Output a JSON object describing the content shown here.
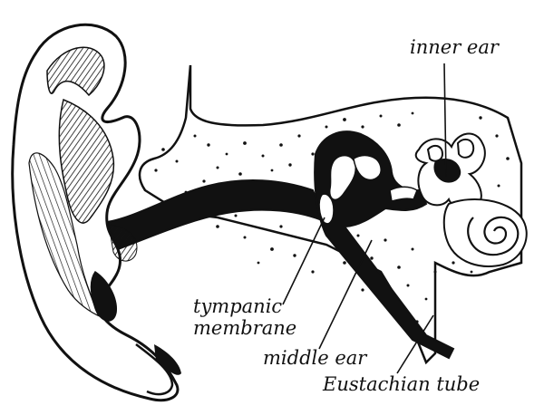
{
  "labels": {
    "inner_ear": "inner ear",
    "tympanic_line1": "tympanic",
    "tympanic_line2": "membrane",
    "middle_ear": "middle ear",
    "eustachian_tube": "Eustachian tube"
  },
  "colors": {
    "ink": "#111111",
    "paper": "#ffffff"
  }
}
